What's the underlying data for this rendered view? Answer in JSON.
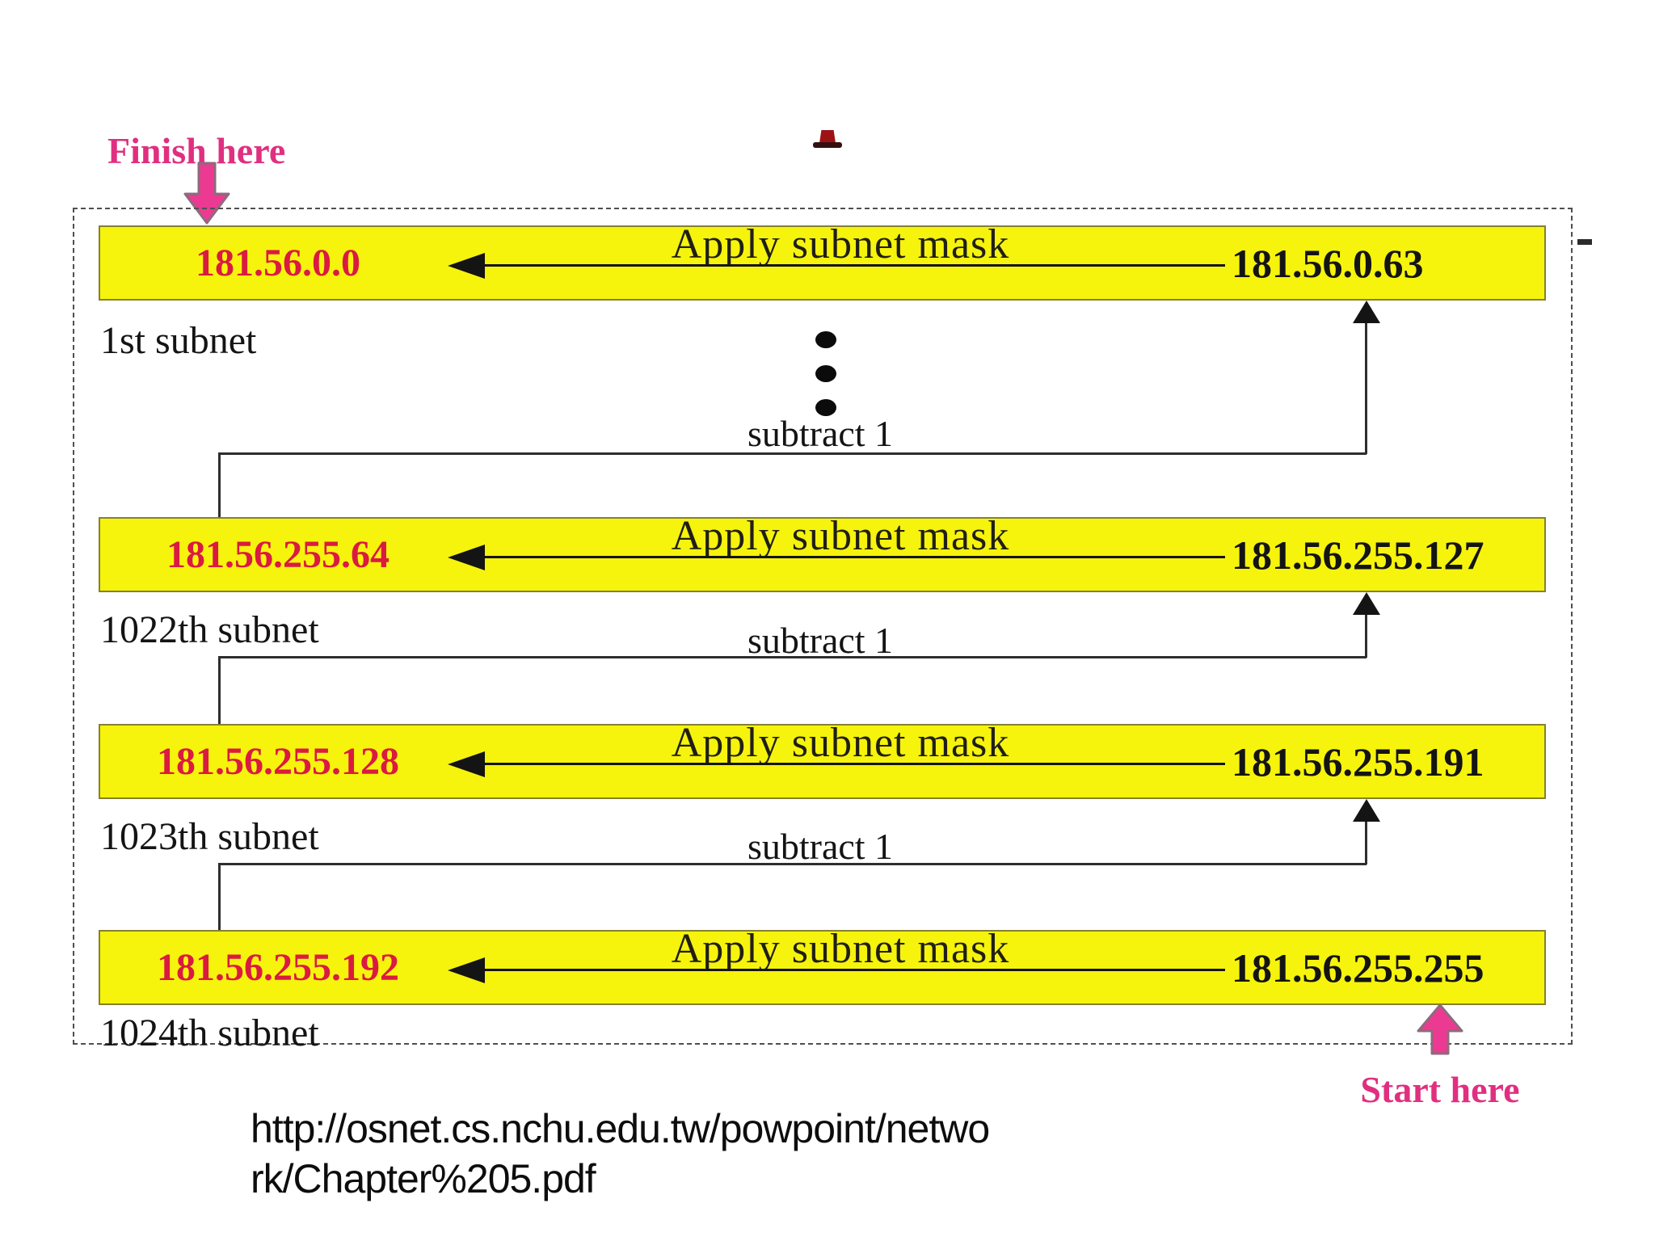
{
  "slide": {
    "annotations": {
      "finish": "Finish here",
      "start": "Start here"
    },
    "diagram": {
      "action_label": "Apply subnet mask",
      "subtract_label": "subtract 1",
      "rows": [
        {
          "network": "181.56.0.0",
          "broadcast": "181.56.0.63",
          "label": "1st subnet"
        },
        {
          "network": "181.56.255.64",
          "broadcast": "181.56.255.127",
          "label": "1022th subnet"
        },
        {
          "network": "181.56.255.128",
          "broadcast": "181.56.255.191",
          "label": "1023th subnet"
        },
        {
          "network": "181.56.255.192",
          "broadcast": "181.56.255.255",
          "label": "1024th subnet"
        }
      ],
      "colors": {
        "bar_fill": "#f6f30d",
        "network_text": "#da1a41",
        "broadcast_text": "#141414",
        "accent_pink": "#e02f80",
        "line": "#2e2e2e"
      }
    },
    "footer": {
      "source_url_line1": "http://osnet.cs.nchu.edu.tw/powpoint/netwo",
      "source_url_line2": "rk/Chapter%205.pdf"
    }
  }
}
